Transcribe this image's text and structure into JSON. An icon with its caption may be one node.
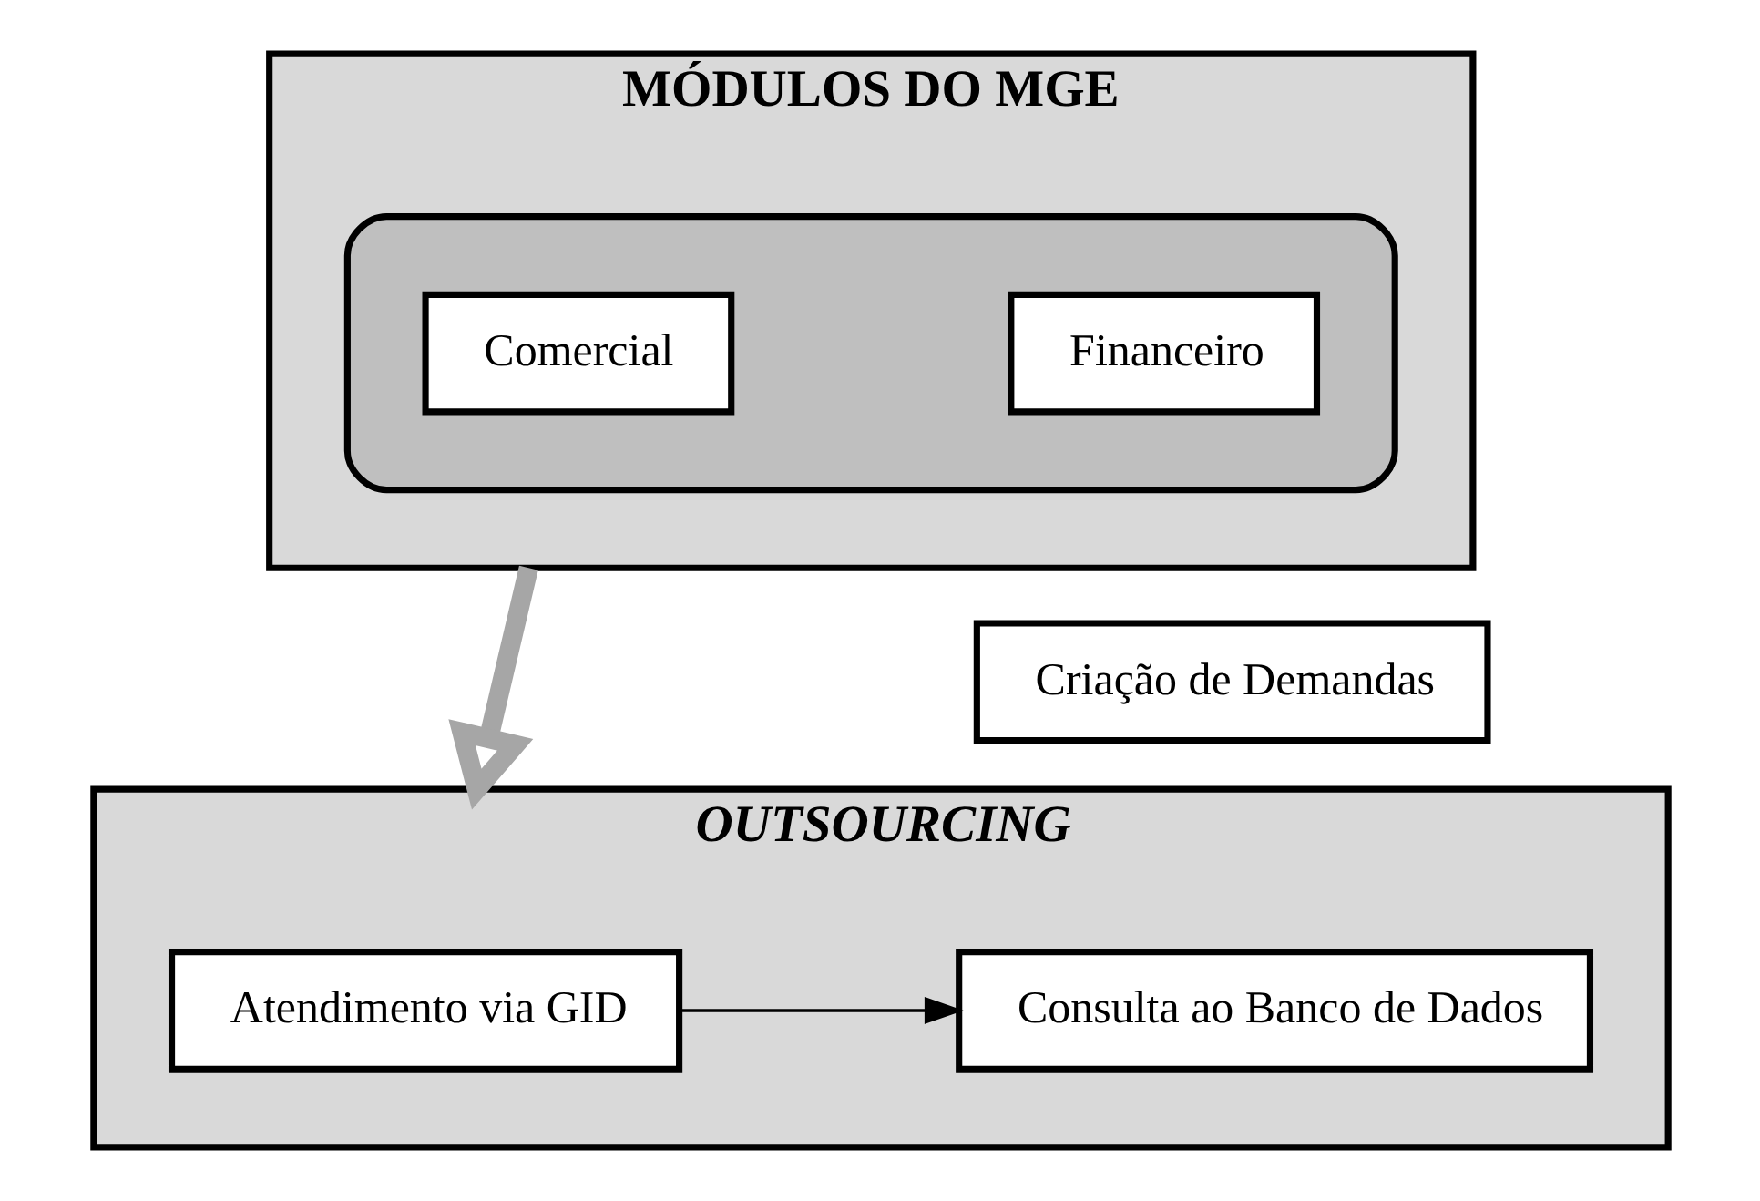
{
  "diagram": {
    "nodes": [
      {
        "text": [
          "MÓDULOS DO MGE"
        ]
      },
      {
        "text": [],
        "shape": "ellipse",
        "in": 0
      },
      {
        "text": [
          "Comercial"
        ],
        "in": 1
      },
      {
        "text": [
          "Financeiro"
        ],
        "in": 1
      },
      {
        "text": [
          "Criação de Demandas"
        ]
      },
      {
        "text": [
          "OUTSOURCING"
        ]
      },
      {
        "text": [
          "Atendimento via GID"
        ],
        "in": 5
      },
      {
        "text": [
          "Consulta ao Banco de Dados"
        ],
        "in": 5
      }
    ],
    "edges": [
      {
        "from": 0,
        "to": 5,
        "arrow": "to",
        "style": "thick",
        "color": "#a6a6a6"
      },
      {
        "from": 6,
        "to": 7,
        "arrow": "to",
        "color": "#000000"
      }
    ]
  }
}
